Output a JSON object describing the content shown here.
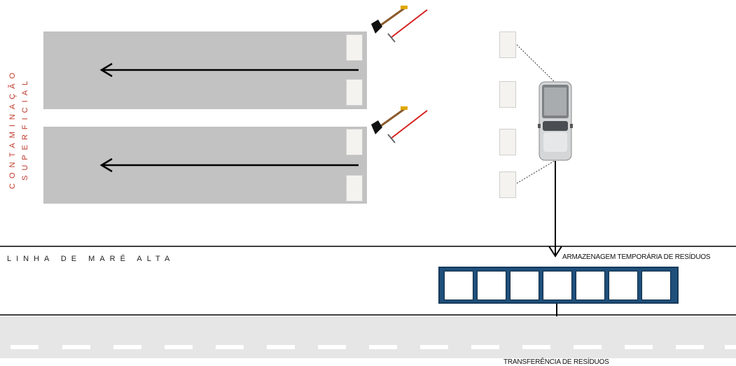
{
  "labels": {
    "surface_contamination_line1": "CONTAMINAÇÃO",
    "surface_contamination_line2": "SUPERFICIAL",
    "high_tide_line": "LINHA DE MARÉ ALTA",
    "temporary_storage": "ARMAZENAGEM TEMPORÁRIA DE RESÍDUOS",
    "waste_transfer": "TRANSFERÊNCIA DE RESÍDUOS"
  },
  "colors": {
    "strip": "#c2c2c2",
    "accent_red": "#c0392b",
    "storage_blue": "#1f4f7a",
    "road": "#e6e6e6"
  },
  "icons": [
    "shovel-rake-icon",
    "waste-bag-icon",
    "pickup-truck-icon",
    "big-bag-icon"
  ]
}
